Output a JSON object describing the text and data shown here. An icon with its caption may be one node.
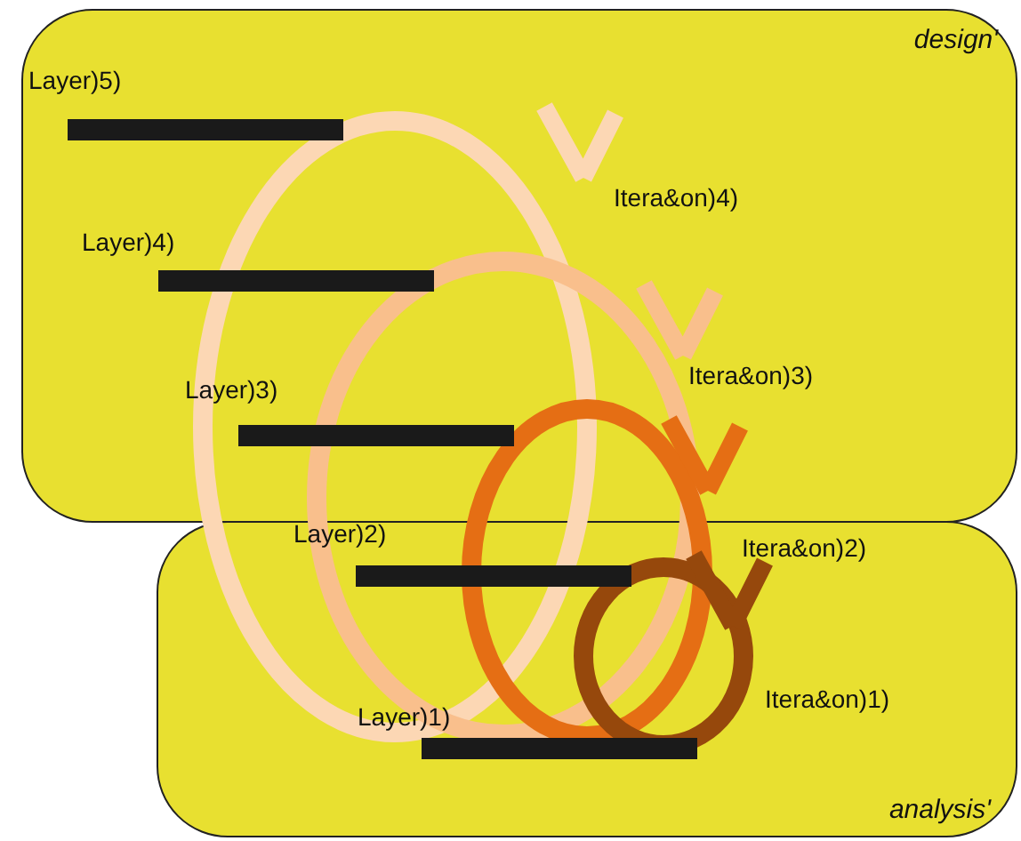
{
  "diagram": {
    "nodes": [
      {
        "text": [
          "design'"
        ]
      },
      {
        "text": [
          "analysis'"
        ]
      }
    ],
    "labels": [
      "Layer)5)",
      "Itera&on)4)",
      "Layer)4)",
      "Itera&on)3)",
      "Layer)3)",
      "Layer)2)",
      "Itera&on)2)",
      "Itera&on)1)",
      "Layer)1)"
    ]
  }
}
